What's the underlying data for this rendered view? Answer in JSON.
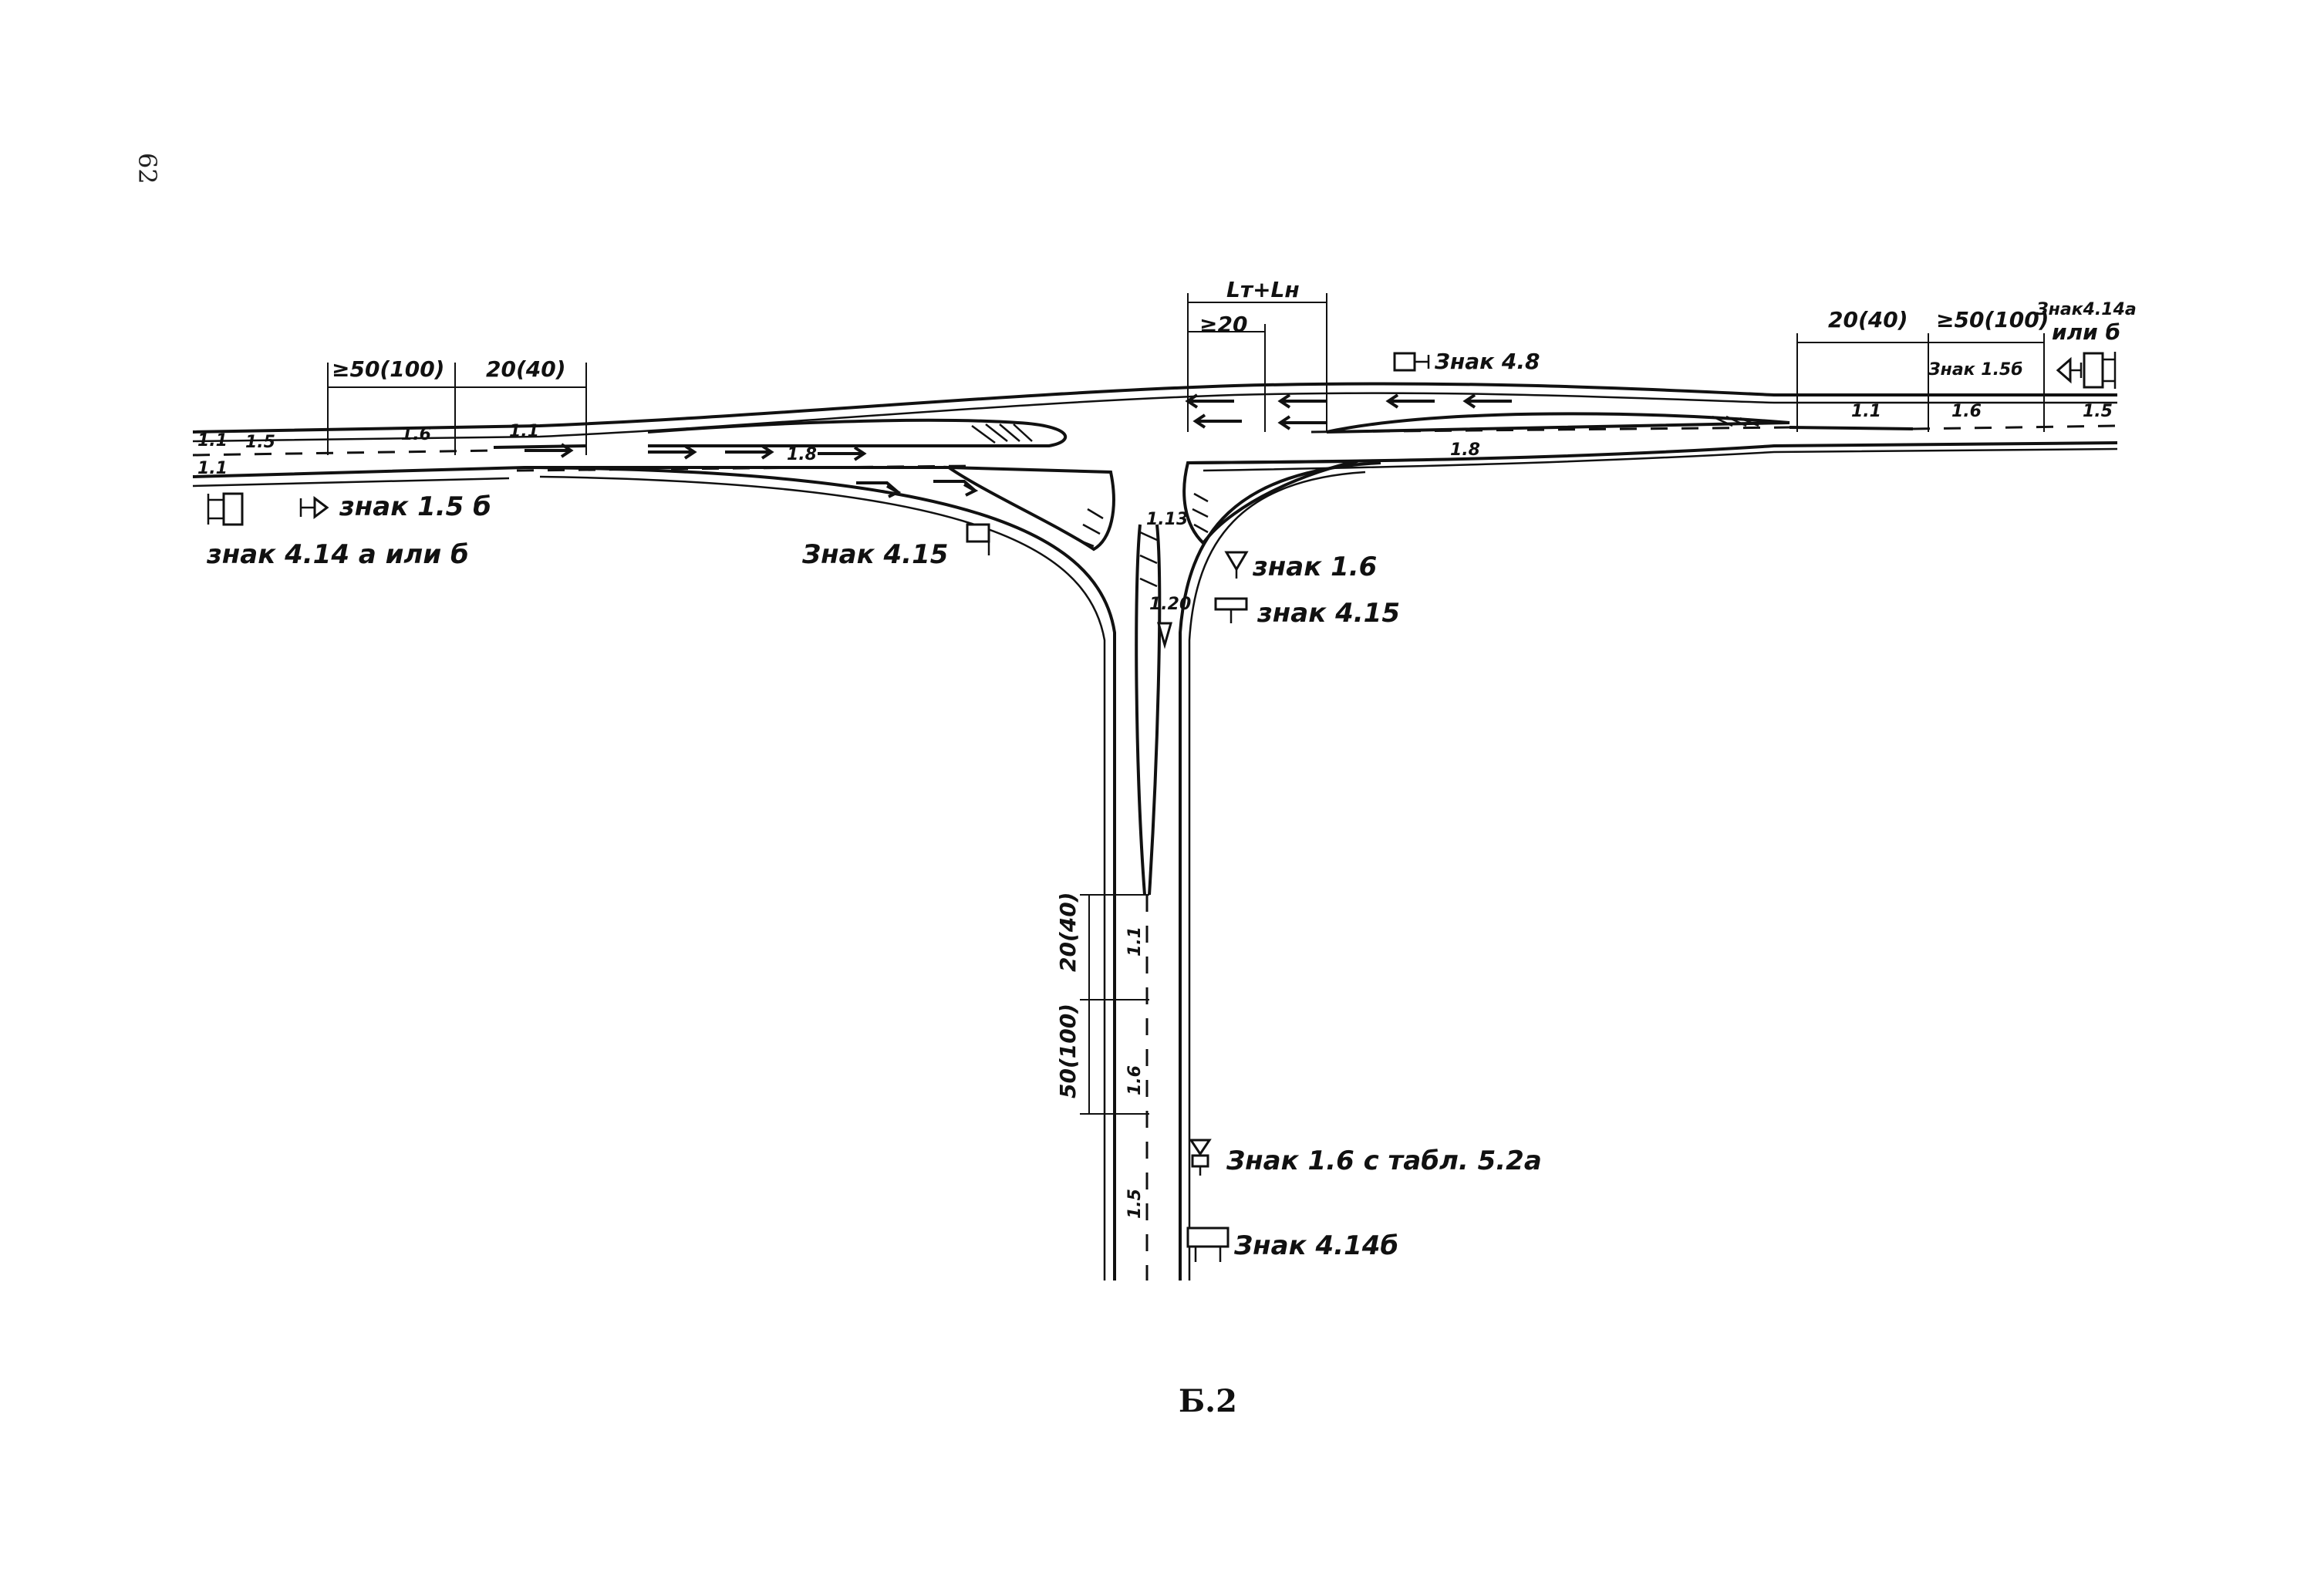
{
  "page_number": "62",
  "caption": "Б.2",
  "dimensions": {
    "left_50": "≥50(100)",
    "left_20": "20(40)",
    "mid_lt_ln": "Lт+Lн",
    "mid_20": "≥20",
    "right_20": "20(40)",
    "right_50": "≥50(100)",
    "south_20": "20(40)",
    "south_50": "50(100)"
  },
  "markings": {
    "m11_left_edge": "1.1",
    "m15_left": "1.5",
    "m11_left_low": "1.1",
    "m16_left": "1.6",
    "m11_left_seg": "1.1",
    "m18_left": "1.8",
    "m11_right": "1.1",
    "m16_right": "1.6",
    "m15_right": "1.5",
    "m18_right": "1.8",
    "m113": "1.13",
    "m120": "1.20",
    "m11_south": "1.1",
    "m16_south": "1.6",
    "m15_south": "1.5"
  },
  "signs": {
    "s15b_left": "знак 1.5 б",
    "s414_left": "знак 4.14 а или б",
    "s415_left": "Знак 4.15",
    "s48": "Знак 4.8",
    "s414_right_1": "Знак4.14а",
    "s414_right_2": "или б",
    "s15b_right": "Знак 1.5б",
    "s16": "знак 1.6",
    "s415_right": "знак 4.15",
    "s16_tabl": "Знак 1.6 с табл. 5.2а",
    "s414b": "Знак 4.14б"
  }
}
